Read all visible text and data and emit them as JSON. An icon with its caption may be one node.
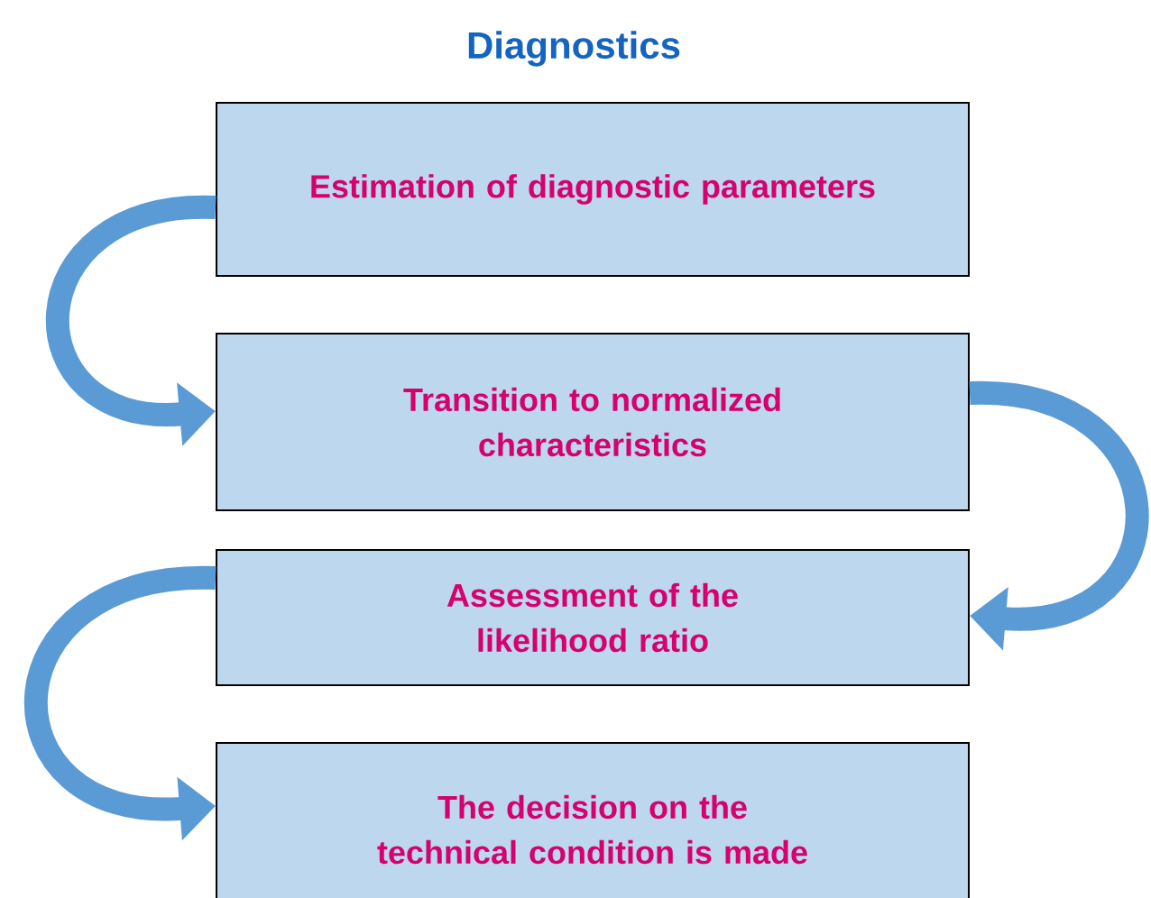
{
  "diagram": {
    "title": "Diagnostics",
    "nodes": [
      {
        "text": [
          "Estimation  of diagnostic parameters"
        ]
      },
      {
        "text": [
          "Transition to normalized characteristics"
        ]
      },
      {
        "text": [
          "Assessment of the likelihood ratio"
        ]
      },
      {
        "text": [
          "The decision on the technical condition is made"
        ]
      }
    ],
    "edges": [
      {
        "from": 0,
        "to": 1,
        "arrow": "to"
      },
      {
        "from": 1,
        "to": 2,
        "arrow": "to"
      },
      {
        "from": 2,
        "to": 3,
        "arrow": "to"
      }
    ]
  }
}
